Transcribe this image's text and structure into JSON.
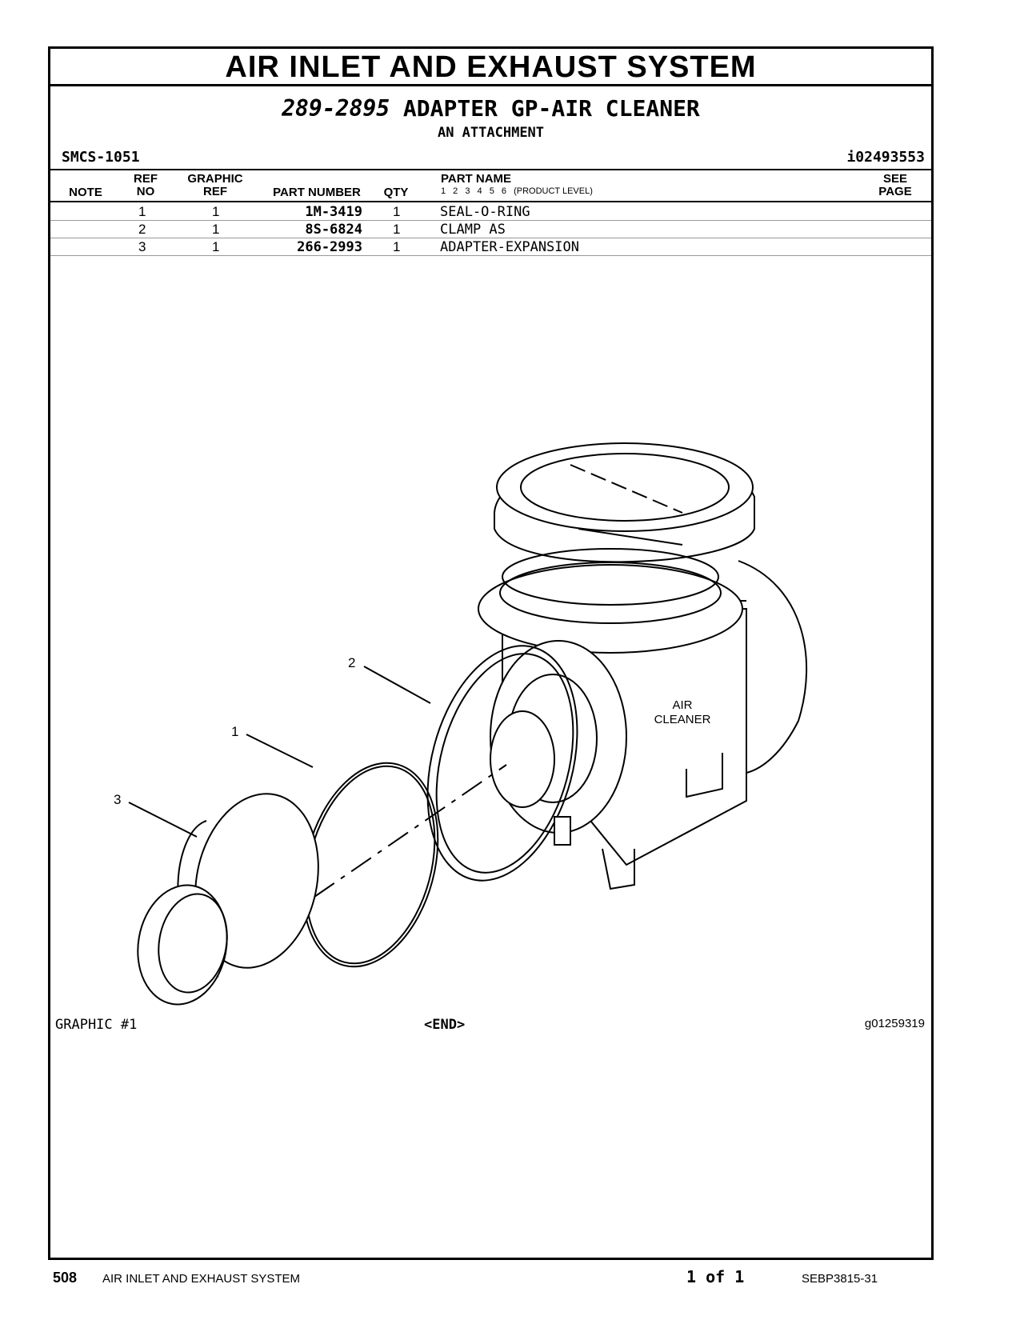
{
  "header": {
    "system_title": "AIR INLET AND EXHAUST SYSTEM",
    "group_part_number": "289-2895",
    "group_name": "ADAPTER GP-AIR CLEANER",
    "group_subtitle": "AN ATTACHMENT",
    "smcs": "SMCS-1051",
    "info_id": "i02493553"
  },
  "table": {
    "columns": {
      "note": "NOTE",
      "ref_no_1": "REF",
      "ref_no_2": "NO",
      "graphic_ref_1": "GRAPHIC",
      "graphic_ref_2": "REF",
      "part_number": "PART NUMBER",
      "qty": "QTY",
      "part_name": "PART NAME",
      "levels": "1 2 3 4 5 6",
      "product_level": "(PRODUCT LEVEL)",
      "see_page_1": "SEE",
      "see_page_2": "PAGE"
    },
    "rows": [
      {
        "ref_no": "1",
        "graphic_ref": "1",
        "part_number": "1M-3419",
        "qty": "1",
        "part_name": "SEAL-O-RING"
      },
      {
        "ref_no": "2",
        "graphic_ref": "1",
        "part_number": "8S-6824",
        "qty": "1",
        "part_name": "CLAMP AS"
      },
      {
        "ref_no": "3",
        "graphic_ref": "1",
        "part_number": "266-2993",
        "qty": "1",
        "part_name": "ADAPTER-EXPANSION"
      }
    ]
  },
  "graphic": {
    "callouts": [
      "1",
      "2",
      "3"
    ],
    "label_line1": "AIR",
    "label_line2": "CLEANER",
    "caption_left": "GRAPHIC #1",
    "caption_center": "<END>",
    "caption_right": "g01259319"
  },
  "footer": {
    "page_number": "508",
    "section": "AIR INLET AND EXHAUST SYSTEM",
    "page_of": "1 of 1",
    "doc_id": "SEBP3815-31"
  }
}
